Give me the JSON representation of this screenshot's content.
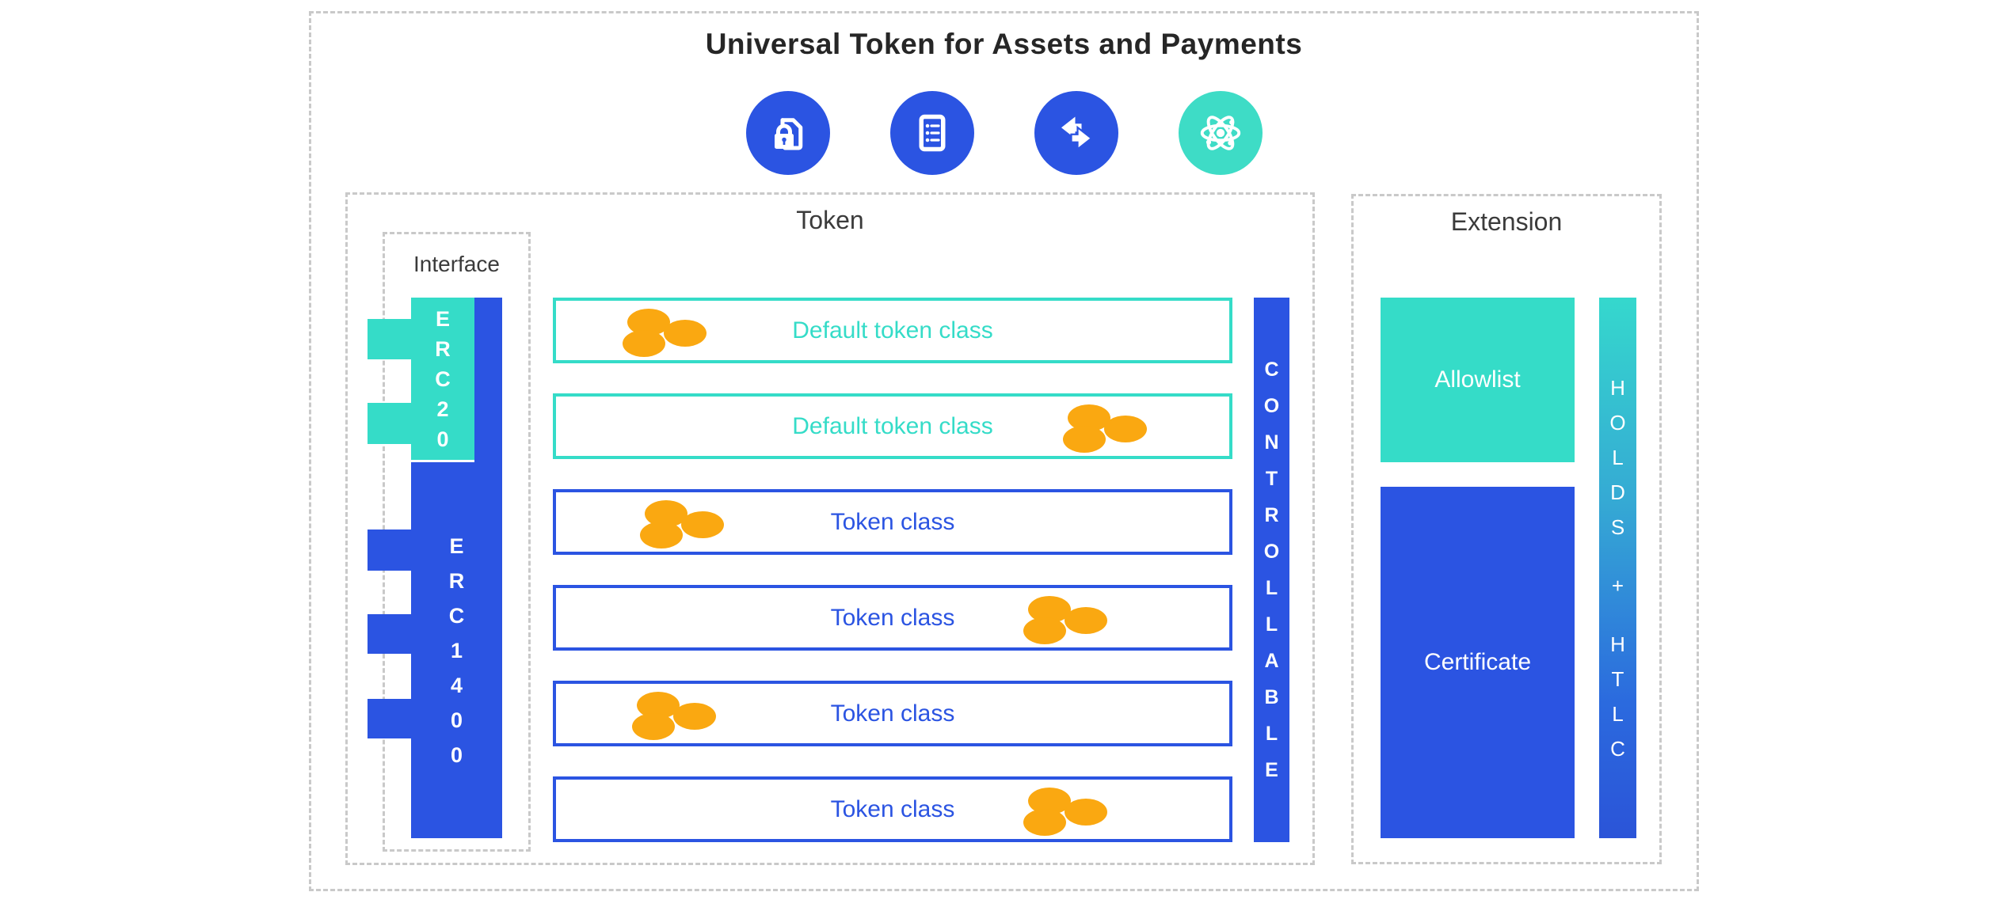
{
  "title": "Universal Token for Assets and Payments",
  "icons": [
    {
      "name": "secure-document-icon",
      "bg": "#2b54e2"
    },
    {
      "name": "list-clipboard-icon",
      "bg": "#2b54e2"
    },
    {
      "name": "transfer-arrows-icon",
      "bg": "#2b54e2"
    },
    {
      "name": "atom-icon",
      "bg": "#3edcc6"
    }
  ],
  "token_section": {
    "label": "Token",
    "interface": {
      "label": "Interface",
      "erc20": {
        "label": "ERC20",
        "color": "#35dcc8"
      },
      "erc1400": {
        "label": "ERC1400",
        "color": "#2b54e2"
      }
    },
    "rows": [
      {
        "label": "Default token class",
        "variant": "teal",
        "coins_side": "left"
      },
      {
        "label": "Default token class",
        "variant": "teal",
        "coins_side": "right"
      },
      {
        "label": "Token class",
        "variant": "blue",
        "coins_side": "left"
      },
      {
        "label": "Token class",
        "variant": "blue",
        "coins_side": "right"
      },
      {
        "label": "Token class",
        "variant": "blue",
        "coins_side": "left"
      },
      {
        "label": "Token class",
        "variant": "blue",
        "coins_side": "right"
      }
    ],
    "controllable": {
      "label": "CONTROLLABLE"
    }
  },
  "extension_section": {
    "label": "Extension",
    "allowlist": {
      "label": "Allowlist",
      "color": "#35dcc8"
    },
    "certificate": {
      "label": "Certificate",
      "color": "#2b54e2"
    },
    "holds_htlc": {
      "label": "HOLDS + HTLC"
    }
  },
  "colors": {
    "blue": "#2b54e2",
    "teal": "#35dcc8",
    "coin_orange": "#faa811",
    "dashed_border": "#c9c9c9",
    "heading_text": "#3b3b3b"
  }
}
